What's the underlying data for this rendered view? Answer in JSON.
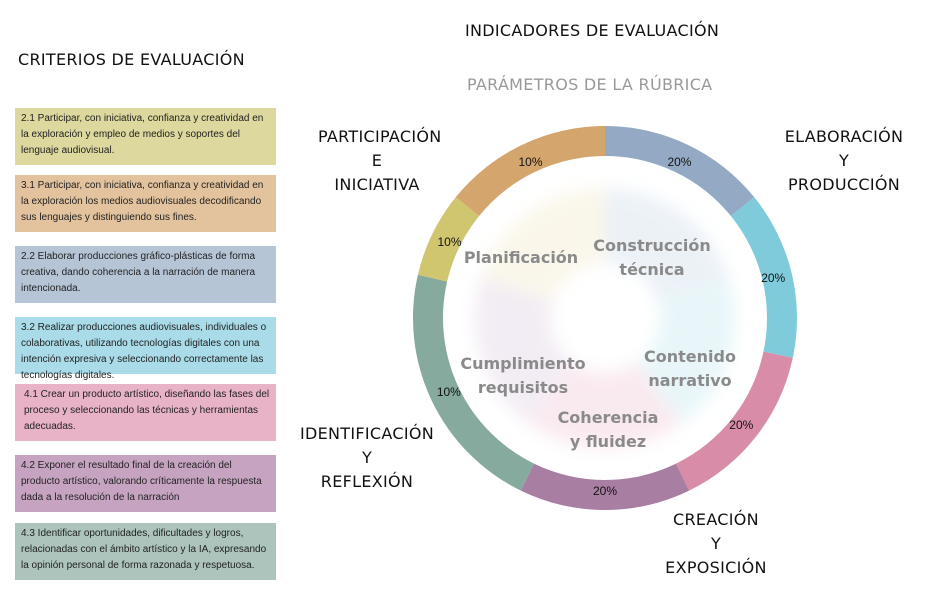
{
  "titles": {
    "criterios": "CRITERIOS  DE EVALUACIÓN",
    "indicadores": "INDICADORES DE EVALUACIÓN",
    "parametros": "PARÁMETROS DE LA RÚBRICA"
  },
  "criterios": [
    {
      "text": "2.1 Participar, con iniciativa, confianza y creatividad en la exploración y empleo de medios y soportes del lenguaje audiovisual.",
      "color": "#dcd89e"
    },
    {
      "text": "3.1 Participar, con iniciativa, confianza y creatividad en la exploración los medios audiovisuales decodificando sus lenguajes y distinguiendo sus fines.",
      "color": "#e3c39e"
    },
    {
      "text": "2.2 Elaborar producciones gráfico-plásticas de forma creativa, dando coherencia a la narración de manera intencionada.",
      "color": "#b6c5d6"
    },
    {
      "text": "3.2 Realizar producciones audiovisuales, individuales o colaborativas, utilizando tecnologías digitales con una intención expresiva y seleccionando correctamente las tecnologías digitales.",
      "color": "#a9dbe8"
    },
    {
      "text": "4.1 Crear un producto artístico, diseñando las fases del proceso y seleccionando las técnicas y herramientas adecuadas.",
      "color": "#e8b3c6"
    },
    {
      "text": "4.2 Exponer el resultado final de la creación del producto artístico, valorando críticamente la respuesta dada a la resolución de la narración",
      "color": "#c6a4c1"
    },
    {
      "text": "4.3 Identificar oportunidades, dificultades y logros, relacionadas con el ámbito artístico y la IA, expresando la opinión personal de forma razonada y respetuosa.",
      "color": "#acc4bc"
    }
  ],
  "indicadores": {
    "participacion": [
      "PARTICIPACIÓN",
      "E",
      "INICIATIVA"
    ],
    "elaboracion": [
      "ELABORACIÓN",
      "Y",
      "PRODUCCIÓN"
    ],
    "identificacion": [
      "IDENTIFICACIÓN",
      "Y",
      "REFLEXIÓN"
    ],
    "creacion": [
      "CREACIÓN",
      "Y",
      "EXPOSICIÓN"
    ]
  },
  "ring": [
    {
      "pct": "20%",
      "color": "#94aac4"
    },
    {
      "pct": "20%",
      "color": "#7fcadb"
    },
    {
      "pct": "20%",
      "color": "#d88ca8"
    },
    {
      "pct": "20%",
      "color": "#a87ea3"
    },
    {
      "pct": "10%",
      "color": "#86aa9d"
    },
    {
      "pct": "10%",
      "color": "#d1c670"
    },
    {
      "pct": "10%",
      "color": "#d4a56c"
    }
  ],
  "parametros": {
    "construccion": [
      "Construcción",
      "técnica"
    ],
    "contenido": [
      "Contenido",
      "narrativo"
    ],
    "coherencia": [
      "Coherencia",
      "y fluidez"
    ],
    "cumplimiento": [
      "Cumplimiento",
      "requisitos"
    ],
    "planificacion": [
      "Planificación"
    ]
  }
}
